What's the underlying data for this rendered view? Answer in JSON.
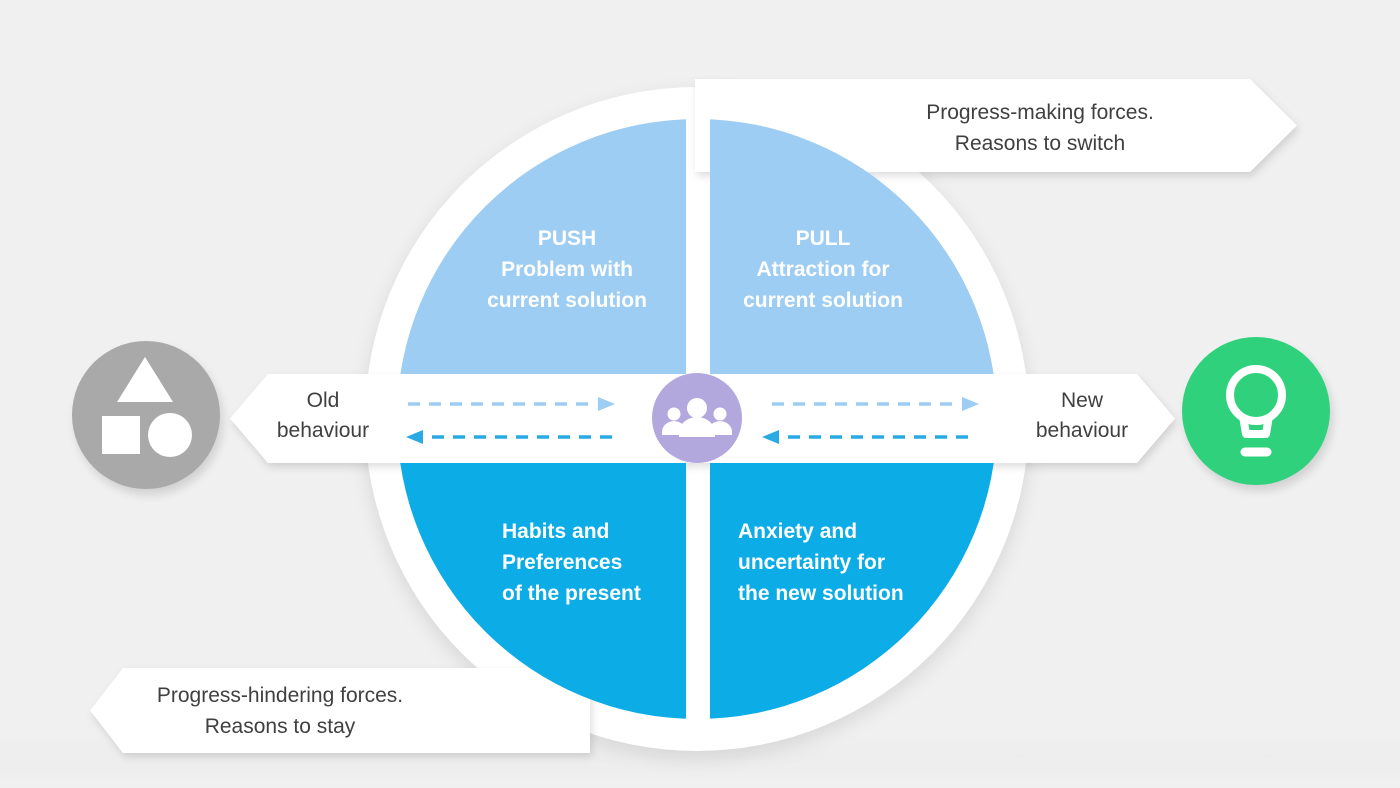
{
  "colors": {
    "background": "#f0f0f0",
    "panel_white": "#ffffff",
    "quadrant_top_blue": "#9ecdf3",
    "quadrant_bottom_blue": "#0cace6",
    "center_circle_purple": "#b3a8dd",
    "old_circle_gray": "#a9a9a9",
    "new_circle_green": "#2fd17d",
    "dashed_arrow_light": "#9ecdf3",
    "dashed_arrow_dark": "#29aae3",
    "text_dark": "#404040",
    "text_white": "#ffffff"
  },
  "banner_top": {
    "lines": [
      "Progress-making forces.",
      "Reasons to switch"
    ]
  },
  "banner_bottom": {
    "lines": [
      "Progress-hindering forces.",
      "Reasons to stay"
    ]
  },
  "quadrants": {
    "push": {
      "lines": [
        "PUSH",
        "Problem with",
        "current solution"
      ]
    },
    "pull": {
      "lines": [
        "PULL",
        "Attraction for",
        "current solution"
      ]
    },
    "habits": {
      "lines": [
        "Habits and",
        "Preferences",
        "of the present"
      ]
    },
    "anxiety": {
      "lines": [
        "Anxiety and",
        "uncertainty for",
        "the new solution"
      ]
    }
  },
  "labels": {
    "old_behaviour": {
      "lines": [
        "Old",
        "behaviour"
      ]
    },
    "new_behaviour": {
      "lines": [
        "New",
        "behaviour"
      ]
    }
  },
  "icons": {
    "old": "shapes-icon",
    "new": "lightbulb-icon",
    "center": "people-icon",
    "arrows": [
      "forward-dashed-arrow",
      "backward-dashed-arrow"
    ]
  }
}
